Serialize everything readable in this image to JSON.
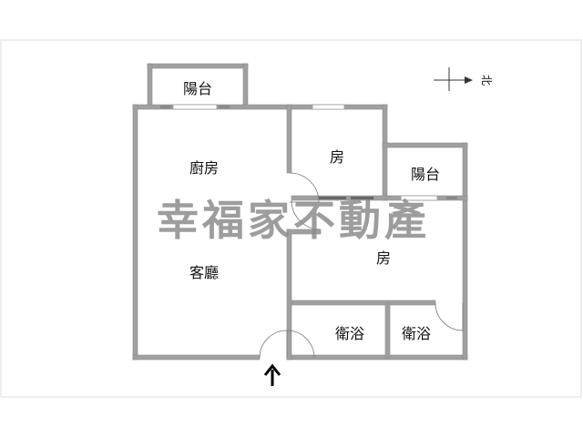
{
  "rooms": {
    "balcony_top": "陽台",
    "kitchen": "廚房",
    "living_room": "客廳",
    "bedroom_1": "房",
    "balcony_right": "陽台",
    "bedroom_2": "房",
    "bathroom_1": "衛浴",
    "bathroom_2": "衛浴"
  },
  "compass": {
    "north_label": "北"
  },
  "watermark": "幸福家不動產",
  "colors": {
    "wall": "#a0a0a0",
    "watermark": "#8c8c8c",
    "text": "#111111"
  }
}
